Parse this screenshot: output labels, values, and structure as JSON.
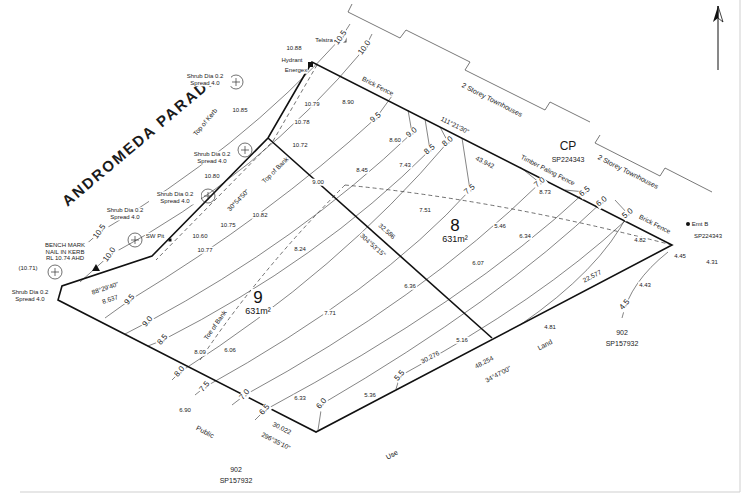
{
  "diagram": {
    "nodes": [
      {
        "text": [
          "8",
          "631m²"
        ]
      },
      {
        "text": [
          "9",
          "631m²"
        ]
      }
    ],
    "labels": [
      "ANDROMEDA PARADE",
      "Telstra",
      "Hydrant",
      "Energex",
      "10.88",
      "10.5",
      "10.0",
      "Shrub Dia 0.2 Spread 4.0",
      "Top of Kerb",
      "10.85",
      "10.79",
      "10.78",
      "Shrub Dia 0.2 Spread 4.0",
      "10.80",
      "10.72",
      "Shrub Dia 0.2 Spread 4.0",
      "30°54'50\"",
      "Top of Bank",
      "10.82",
      "10.75",
      "SW Pit",
      "10.60",
      "10.77",
      "Shrub Dia 0.2 Spread 4.0",
      "BENCH MARK NAIL IN KERB RL 10.74 AHD",
      "(10.71)",
      "Shrub Dia 0.2 Spread 4.0",
      "88°29'40\"",
      "8.637",
      "10.5",
      "10.0",
      "9.5",
      "9.0",
      "8.5",
      "8.0",
      "7.5",
      "7.0",
      "6.5",
      "6.0",
      "5.5",
      "9.5",
      "9.0",
      "8.5",
      "8.0",
      "7.5",
      "7.0",
      "6.5",
      "6.0",
      "5.0",
      "4.5",
      "8.90",
      "8.60",
      "7.43",
      "8.45",
      "9.00",
      "8.24",
      "7.51",
      "6.07",
      "6.36",
      "7.71",
      "5.46",
      "6.34",
      "4.82",
      "8.73",
      "4.45",
      "4.31",
      "4.43",
      "4.81",
      "5.36",
      "5.16",
      "6.90",
      "6.33",
      "8.09",
      "6.06",
      "Toe of Bank",
      "Brick Fence",
      "Timber Paling Fence",
      "Brick Fence",
      "2 Storey Townhouses",
      "CP",
      "SP224343",
      "2 Storey Townhouses",
      "Emt B",
      "SP224343",
      "902",
      "SP157932",
      "902",
      "SP157932",
      "Public",
      "Use",
      "Land",
      "32.586",
      "304°53'15\"",
      "111°21'30\"",
      "43.942",
      "22.577",
      "48.254",
      "34°47'00\"",
      "30.276",
      "30.022",
      "296°35'10\""
    ]
  }
}
